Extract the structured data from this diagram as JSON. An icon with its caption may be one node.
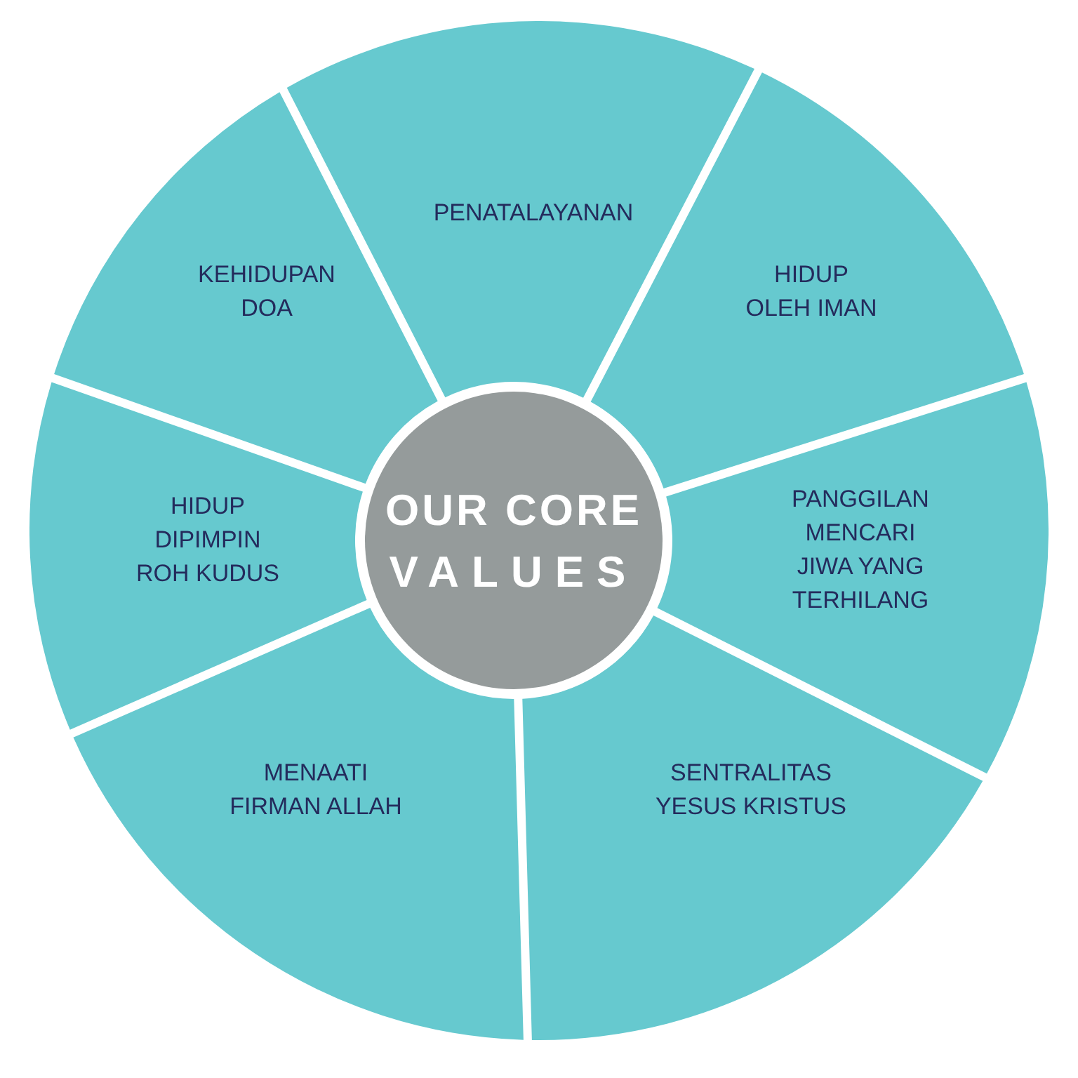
{
  "diagram": {
    "nodes": [
      {
        "text": [
          "OUR CORE VALUES"
        ]
      },
      {
        "text": [
          "PENATALAYANAN"
        ]
      },
      {
        "text": [
          "HIDUP OLEH IMAN"
        ]
      },
      {
        "text": [
          "PANGGILAN MENCARI JIWA YANG TERHILANG"
        ]
      },
      {
        "text": [
          "SENTRALITAS YESUS KRISTUS"
        ]
      },
      {
        "text": [
          "MENAATI FIRMAN ALLAH"
        ]
      },
      {
        "text": [
          "HIDUP DIPIMPIN ROH KUDUS"
        ]
      },
      {
        "text": [
          "KEHIDUPAN DOA"
        ]
      }
    ]
  }
}
